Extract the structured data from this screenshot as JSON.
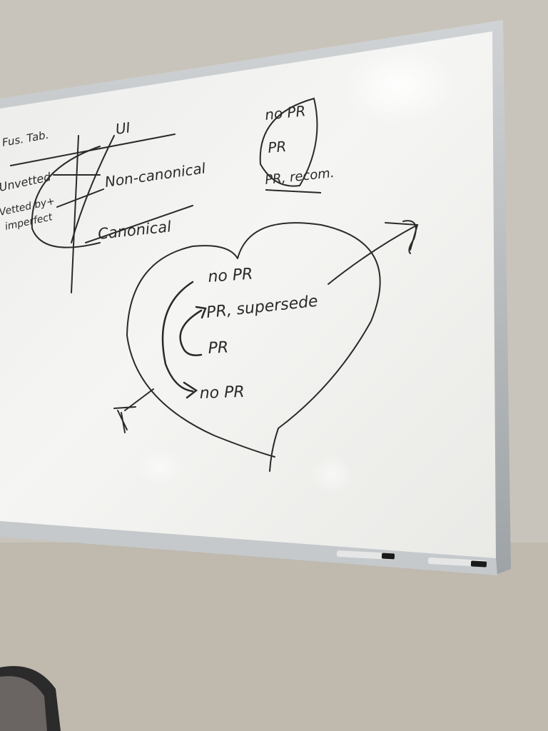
{
  "whiteboard": {
    "top_left_cluster": {
      "header_left": "Fus. Tab.",
      "header_right": "UI",
      "left_row1": "Unvetted",
      "left_row2a": "Vetted by+",
      "left_row2b": "imperfect",
      "right_row1": "Non-canonical",
      "right_row2": "Canonical"
    },
    "top_right_list": {
      "item1": "no PR",
      "item2": "PR",
      "item3": "PR, recom."
    },
    "heart": {
      "item1": "no PR",
      "item2": "PR, supersede",
      "item3": "PR",
      "item4": "no PR"
    }
  },
  "colors": {
    "wall": "#cbc6bd",
    "board": "#f3f3f1",
    "frame": "#b8bcbf",
    "ink": "#2a2a2a"
  }
}
